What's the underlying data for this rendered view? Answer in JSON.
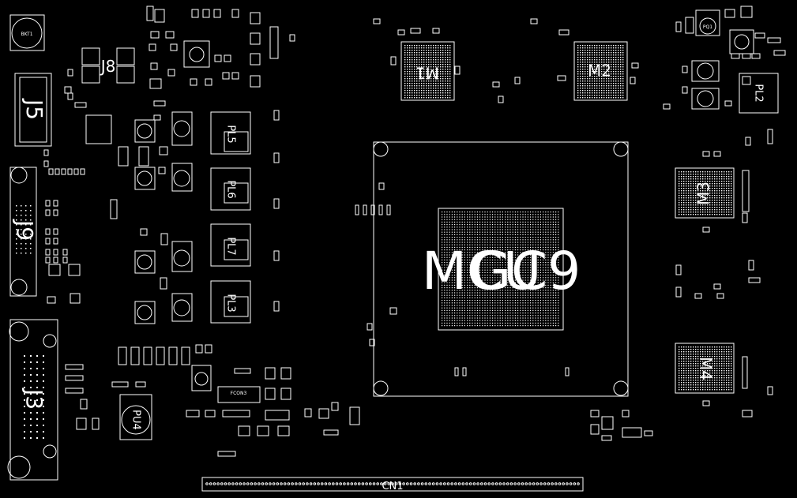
{
  "labels": {
    "bkt1": "BKT1",
    "j8": "J8",
    "j5": "J5",
    "j9": "J9",
    "j3": "J3",
    "pu4": "PU4",
    "m1": "M1",
    "m2": "M2",
    "m3": "M3",
    "m4": "M4",
    "mcu": "MCU",
    "gc9": "GC9",
    "pl2": "PL2",
    "fcon3": "FCON3",
    "cn1": "CN1",
    "pl5": "PL5",
    "pl6": "PL6",
    "pl7": "PL7",
    "pl3": "PL3",
    "pq1": "PQ1"
  },
  "colors": {
    "background": "#000000",
    "silkscreen": "#ffffff"
  }
}
